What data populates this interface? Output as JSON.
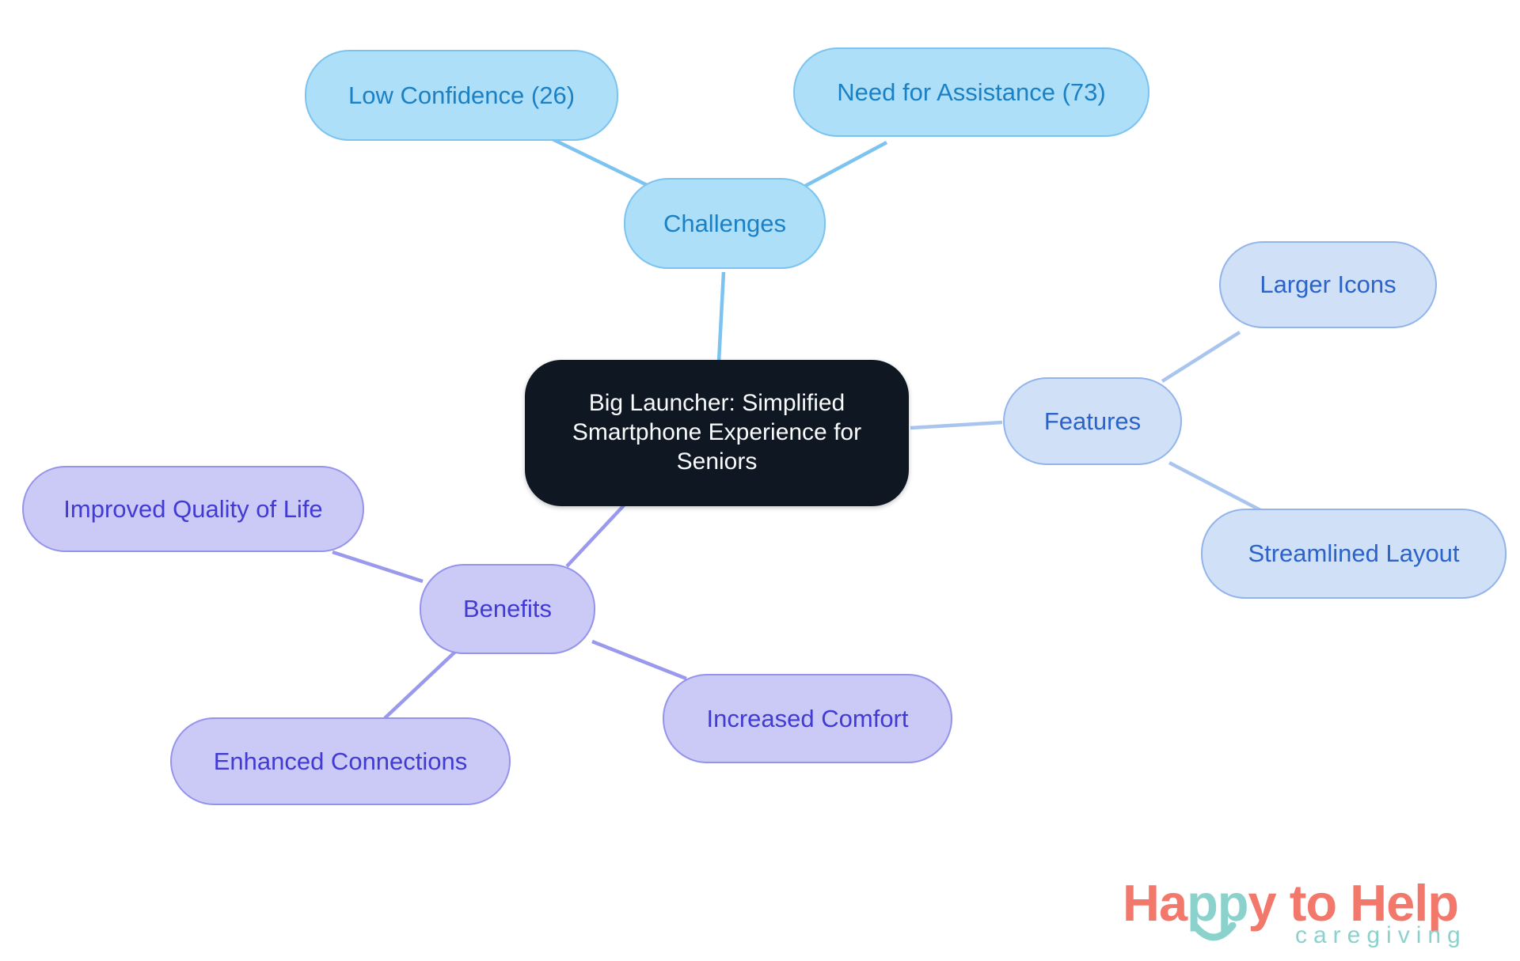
{
  "mindmap": {
    "root": {
      "label": "Big Launcher: Simplified Smartphone Experience for Seniors",
      "style": {
        "fill": "#0F1722",
        "text": "#F8FAFC"
      }
    },
    "branches": [
      {
        "label": "Challenges",
        "color": {
          "fill": "#AEDFF8",
          "border": "#7CC3EF",
          "text": "#1B80C4",
          "line": "#7CC3EF"
        },
        "children": [
          {
            "label": "Low Confidence (26)"
          },
          {
            "label": "Need for Assistance (73)"
          }
        ]
      },
      {
        "label": "Features",
        "color": {
          "fill": "#CFE0F7",
          "border": "#93B4EA",
          "text": "#2B63C8",
          "line": "#A9C5ED"
        },
        "children": [
          {
            "label": "Larger Icons"
          },
          {
            "label": "Streamlined Layout"
          }
        ]
      },
      {
        "label": "Benefits",
        "color": {
          "fill": "#CBC9F6",
          "border": "#9593EA",
          "text": "#413BD3",
          "line": "#9B99EC"
        },
        "children": [
          {
            "label": "Improved Quality of Life"
          },
          {
            "label": "Enhanced Connections"
          },
          {
            "label": "Increased Comfort"
          }
        ]
      }
    ]
  },
  "logo": {
    "happy_ha": "Ha",
    "happy_pp": "pp",
    "happy_y": "y",
    "to": "to",
    "help": "Help",
    "tagline": "caregiving",
    "colors": {
      "coral": "#F3786C",
      "teal": "#8BD2CD"
    }
  }
}
